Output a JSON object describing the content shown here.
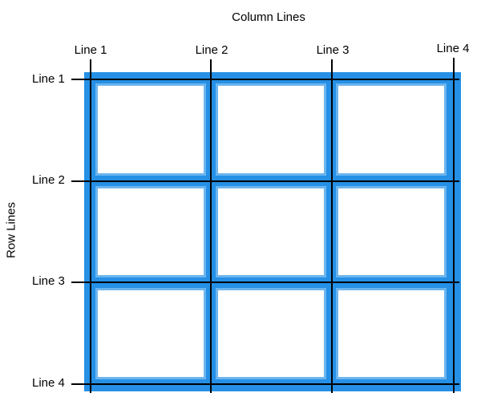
{
  "titles": {
    "column_lines": "Column Lines",
    "row_lines": "Row Lines"
  },
  "column_labels": [
    "Line 1",
    "Line 2",
    "Line 3",
    "Line 4"
  ],
  "row_labels": [
    "Line 1",
    "Line 2",
    "Line 3",
    "Line 4"
  ],
  "grid": {
    "rows": 3,
    "columns": 3
  },
  "colors": {
    "grid_frame": "#2590e6",
    "cell_border": "#6cb5ef",
    "cell_fill": "#ffffff",
    "line": "#000000"
  }
}
